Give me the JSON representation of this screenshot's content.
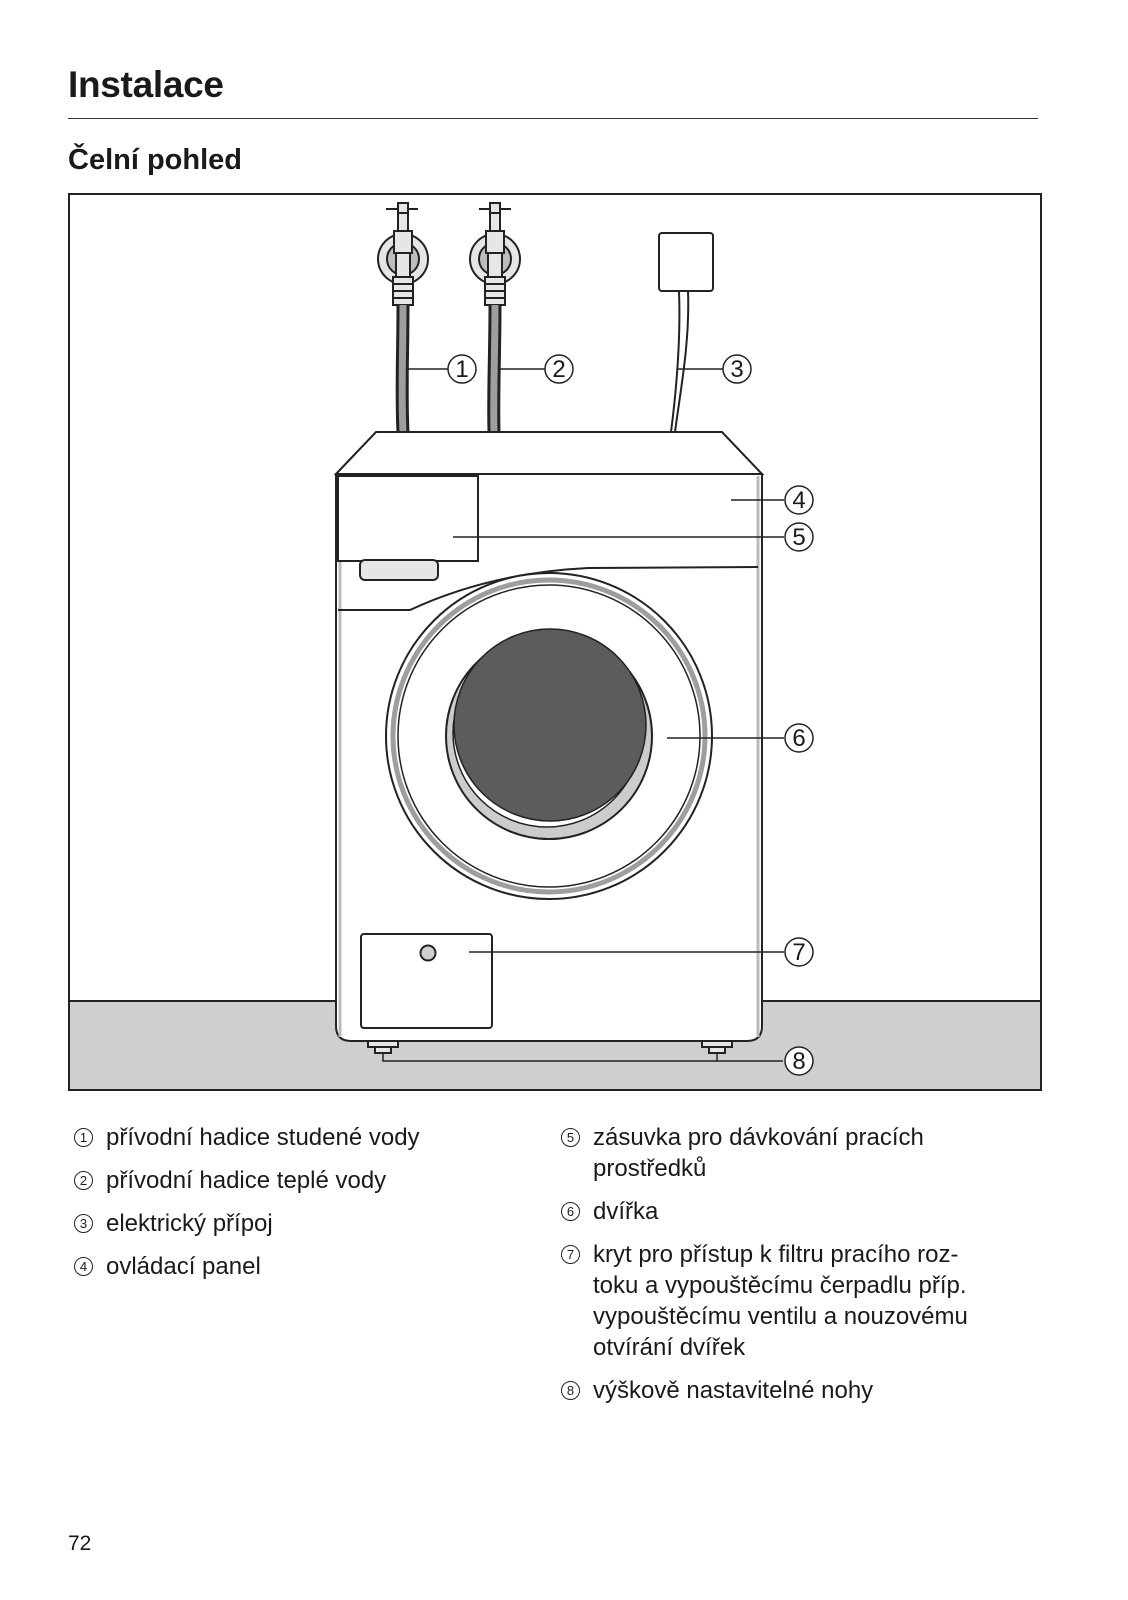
{
  "page": {
    "title": "Instalace",
    "section_title": "Čelní pohled",
    "page_number": "72"
  },
  "figure": {
    "callouts": [
      "1",
      "2",
      "3",
      "4",
      "5",
      "6",
      "7",
      "8"
    ]
  },
  "legend": {
    "left": [
      {
        "num": "1",
        "text": "přívodní hadice studené vody"
      },
      {
        "num": "2",
        "text": "přívodní hadice teplé vody"
      },
      {
        "num": "3",
        "text": "elektrický přípoj"
      },
      {
        "num": "4",
        "text": "ovládací panel"
      }
    ],
    "right": [
      {
        "num": "5",
        "lines": [
          "zásuvka pro dávkování pracích",
          "prostředků"
        ]
      },
      {
        "num": "6",
        "lines": [
          "dvířka"
        ]
      },
      {
        "num": "7",
        "lines": [
          "kryt pro přístup k filtru pracího roz-",
          "toku a vypouštěcímu čerpadlu příp.",
          "vypouštěcímu ventilu a nouzovému",
          "otvírání dvířek"
        ]
      },
      {
        "num": "8",
        "lines": [
          "výškově nastavitelné nohy"
        ]
      }
    ]
  }
}
